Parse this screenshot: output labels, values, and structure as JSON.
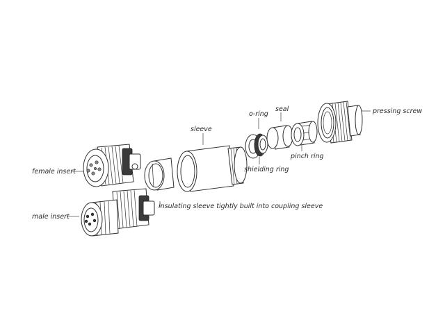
{
  "labels": {
    "female_insert": "female insert",
    "male_insert": "male insert",
    "sleeve": "sleeve",
    "insulating_sleeve": "insulating sleeve tightly built into coupling sleeve",
    "o_ring": "o-ring",
    "seal": "seal",
    "shielding_ring": "shielding ring",
    "pinch_ring": "pinch ring",
    "pressing_screw": "pressing screw"
  }
}
